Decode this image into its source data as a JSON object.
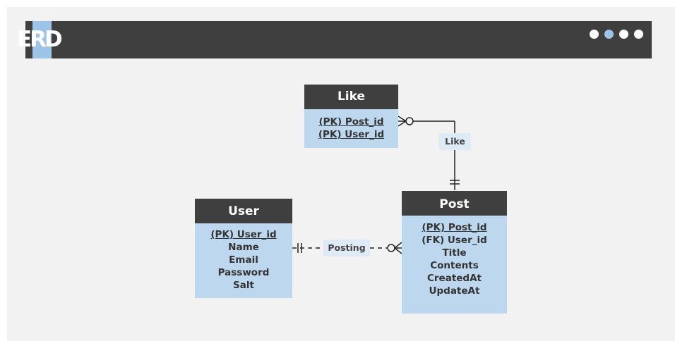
{
  "header": {
    "title": "ERD",
    "pager_dots": [
      {
        "state": "inactive"
      },
      {
        "state": "active"
      },
      {
        "state": "inactive"
      },
      {
        "state": "inactive"
      }
    ]
  },
  "entities": {
    "like": {
      "name": "Like",
      "attributes": [
        "(PK) Post_id",
        "(PK) User_id"
      ]
    },
    "user": {
      "name": "User",
      "attributes": [
        "(PK) User_id",
        "Name",
        "Email",
        "Password",
        "Salt"
      ]
    },
    "post": {
      "name": "Post",
      "attributes": [
        "(PK) Post_id",
        "(FK) User_id",
        "Title",
        "Contents",
        "CreatedAt",
        "UpdateAt"
      ]
    }
  },
  "relationships": {
    "like": {
      "label": "Like",
      "from": "Like",
      "to": "Post",
      "from_cardinality": "zero-or-many",
      "to_cardinality": "one-and-only-one",
      "line_style": "solid"
    },
    "posting": {
      "label": "Posting",
      "from": "User",
      "to": "Post",
      "from_cardinality": "one-and-only-one",
      "to_cardinality": "zero-or-many",
      "line_style": "dashed"
    }
  },
  "colors": {
    "background": "#f2f2f2",
    "header_dark": "#3f3f3f",
    "accent": "#9dc3e6",
    "entity_body": "#bdd7ee",
    "label_bg": "#deebf7"
  }
}
